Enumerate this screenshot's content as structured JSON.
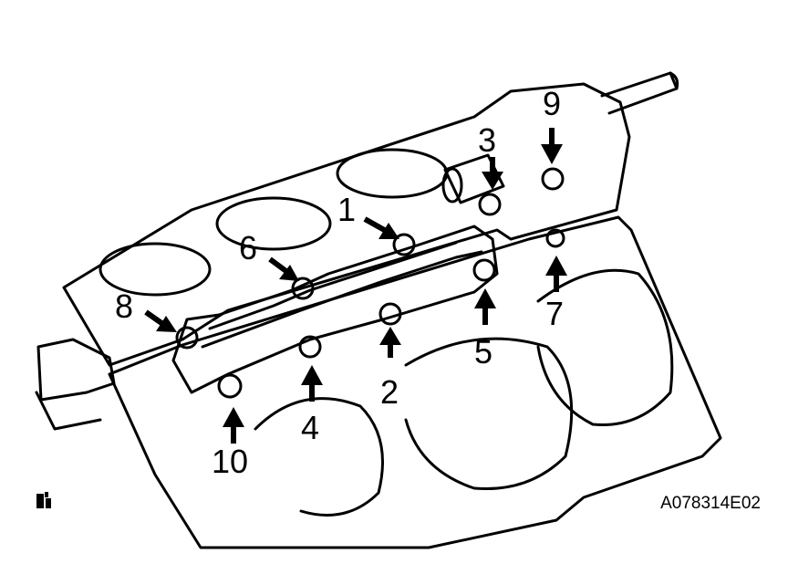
{
  "figure_code": "A078314E02",
  "callouts": [
    "1",
    "2",
    "3",
    "4",
    "5",
    "6",
    "7",
    "8",
    "9",
    "10"
  ],
  "icons": {
    "corner_icon": "torque-wrench-icon"
  },
  "colors": {
    "line": "#000000",
    "background": "#ffffff"
  }
}
